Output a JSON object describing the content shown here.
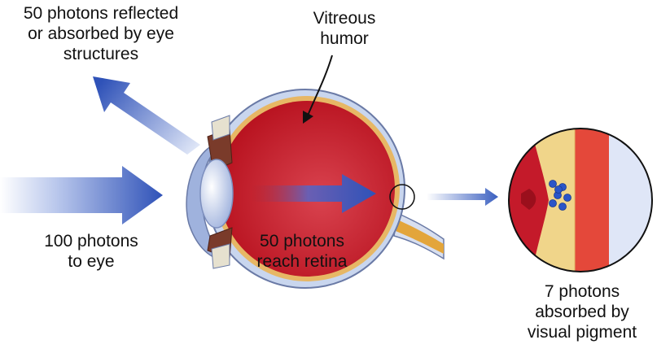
{
  "labels": {
    "reflected": [
      "50 photons reflected",
      "or absorbed by eye",
      "structures"
    ],
    "vitreous": [
      "Vitreous",
      "humor"
    ],
    "incoming": [
      "100 photons",
      "to eye"
    ],
    "retina": [
      "50 photons",
      "reach retina"
    ],
    "absorbed": [
      "7 photons",
      "absorbed by",
      "visual pigment"
    ]
  },
  "colors": {
    "eyeball_red": "#c41a2a",
    "sclera_blue": "#c9d6ee",
    "arrow_blue": "#3a5fc0",
    "pigment_dot": "#2a55c8",
    "tissue_yellow": "#f0d58a"
  }
}
